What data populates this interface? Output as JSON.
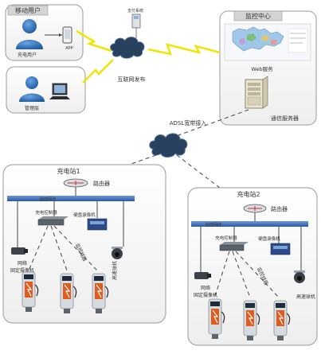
{
  "mobile_user": {
    "title": "移动用户",
    "label": "充电用户",
    "app": "APP"
  },
  "admin": {
    "label": "管理层"
  },
  "payment": {
    "label": "支付系统"
  },
  "internet": {
    "label": "互联网发布"
  },
  "monitor_center": {
    "title": "监控中心",
    "web_service": "Web服务",
    "comm_server": "通信服务器"
  },
  "adsl": {
    "label": "ADSL宽带接入"
  },
  "station1": {
    "title": "充电站1",
    "router": "路由器",
    "switch": "监控网线",
    "controller": "充电控制器",
    "nvr": "硬盘录像机",
    "monitor_line": "监控线路",
    "camera": "网络\n固定摄像机",
    "dome": "高速球机"
  },
  "station2": {
    "title": "充电站2",
    "router": "路由器",
    "switch": "监控网线",
    "controller": "充电控制器",
    "nvr": "硬盘录像机",
    "monitor_line": "监控线路",
    "camera": "网络\n固定摄像机",
    "dome": "高速球机"
  },
  "colors": {
    "cloud": "#27415e",
    "bolt": "#f3e300",
    "bus": "#3c6fb8",
    "panel_border": "#9a9a9a",
    "user_icon": "#2f6db5",
    "charger_orange": "#e25a1c"
  }
}
